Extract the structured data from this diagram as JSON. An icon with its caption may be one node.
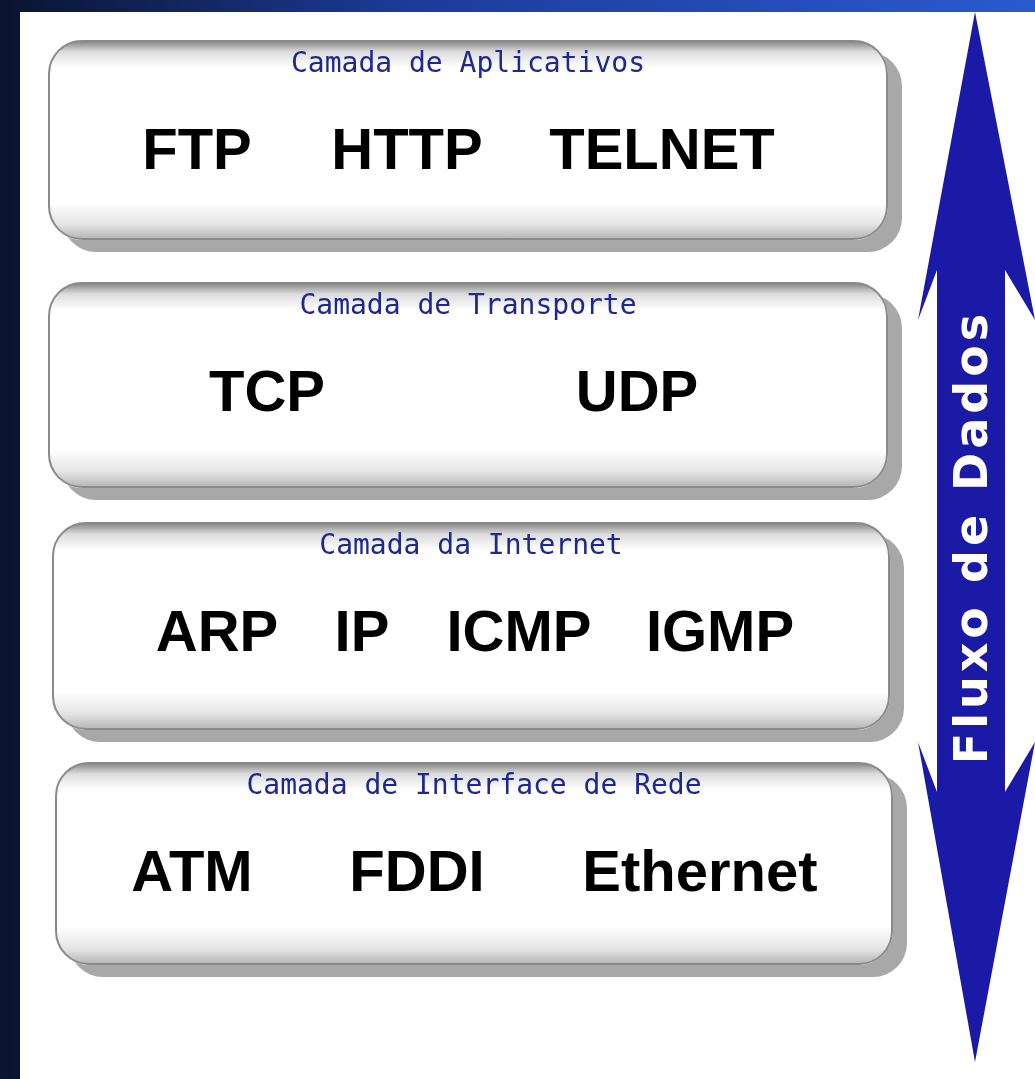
{
  "diagram": {
    "nodes": [
      {
        "text": [
          "Camada de Aplicativos",
          "FTP",
          "HTTP",
          "TELNET"
        ]
      },
      {
        "text": [
          "Camada de Transporte",
          "TCP",
          "UDP"
        ]
      },
      {
        "text": [
          "Camada da Internet",
          "ARP",
          "IP",
          "ICMP",
          "IGMP"
        ]
      },
      {
        "text": [
          "Camada de Interface de Rede",
          "ATM",
          "FDDI",
          "Ethernet"
        ]
      }
    ],
    "labels": [
      "Fluxo de Dados"
    ]
  }
}
